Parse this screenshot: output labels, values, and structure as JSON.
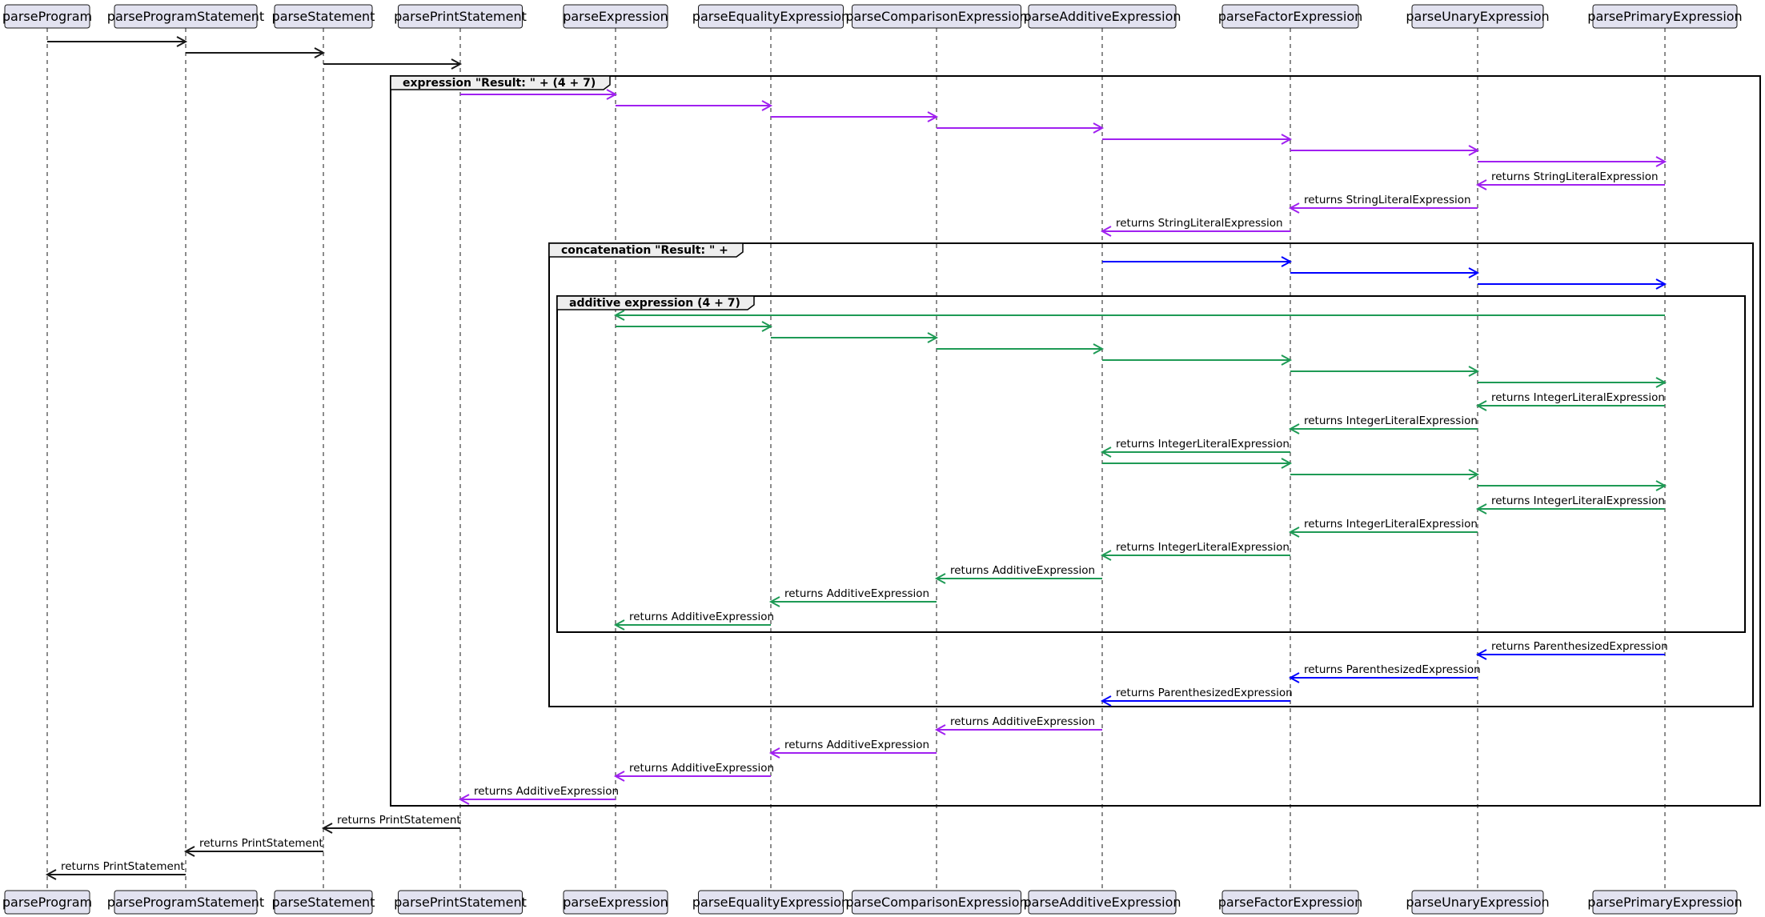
{
  "participants": [
    {
      "id": "parseProgram",
      "label": "parseProgram"
    },
    {
      "id": "parseProgramStatement",
      "label": "parseProgramStatement"
    },
    {
      "id": "parseStatement",
      "label": "parseStatement"
    },
    {
      "id": "parsePrintStatement",
      "label": "parsePrintStatement"
    },
    {
      "id": "parseExpression",
      "label": "parseExpression"
    },
    {
      "id": "parseEqualityExpression",
      "label": "parseEqualityExpression"
    },
    {
      "id": "parseComparisonExpression",
      "label": "parseComparisonExpression"
    },
    {
      "id": "parseAdditiveExpression",
      "label": "parseAdditiveExpression"
    },
    {
      "id": "parseFactorExpression",
      "label": "parseFactorExpression"
    },
    {
      "id": "parseUnaryExpression",
      "label": "parseUnaryExpression"
    },
    {
      "id": "parsePrimaryExpression",
      "label": "parsePrimaryExpression"
    }
  ],
  "colors": {
    "black": "#181818",
    "purple": "#A020F0",
    "blue": "#0000FF",
    "green": "#1E9A55",
    "participant_fill": "#E2E2F0"
  },
  "frames": [
    {
      "id": "expression",
      "label": "expression \"Result: \" + (4 + 7)"
    },
    {
      "id": "concatenation",
      "label": "concatenation \"Result: \" +"
    },
    {
      "id": "additive",
      "label": "additive expression (4 + 7)"
    }
  ],
  "messages": [
    {
      "from": "parseProgram",
      "to": "parseProgramStatement",
      "color": "black",
      "label": ""
    },
    {
      "from": "parseProgramStatement",
      "to": "parseStatement",
      "color": "black",
      "label": ""
    },
    {
      "from": "parseStatement",
      "to": "parsePrintStatement",
      "color": "black",
      "label": ""
    },
    {
      "from": "parsePrintStatement",
      "to": "parseExpression",
      "color": "purple",
      "label": ""
    },
    {
      "from": "parseExpression",
      "to": "parseEqualityExpression",
      "color": "purple",
      "label": ""
    },
    {
      "from": "parseEqualityExpression",
      "to": "parseComparisonExpression",
      "color": "purple",
      "label": ""
    },
    {
      "from": "parseComparisonExpression",
      "to": "parseAdditiveExpression",
      "color": "purple",
      "label": ""
    },
    {
      "from": "parseAdditiveExpression",
      "to": "parseFactorExpression",
      "color": "purple",
      "label": ""
    },
    {
      "from": "parseFactorExpression",
      "to": "parseUnaryExpression",
      "color": "purple",
      "label": ""
    },
    {
      "from": "parseUnaryExpression",
      "to": "parsePrimaryExpression",
      "color": "purple",
      "label": ""
    },
    {
      "from": "parsePrimaryExpression",
      "to": "parseUnaryExpression",
      "color": "purple",
      "label": "returns StringLiteralExpression"
    },
    {
      "from": "parseUnaryExpression",
      "to": "parseFactorExpression",
      "color": "purple",
      "label": "returns StringLiteralExpression"
    },
    {
      "from": "parseFactorExpression",
      "to": "parseAdditiveExpression",
      "color": "purple",
      "label": "returns StringLiteralExpression"
    },
    {
      "from": "parseAdditiveExpression",
      "to": "parseFactorExpression",
      "color": "blue",
      "label": ""
    },
    {
      "from": "parseFactorExpression",
      "to": "parseUnaryExpression",
      "color": "blue",
      "label": ""
    },
    {
      "from": "parseUnaryExpression",
      "to": "parsePrimaryExpression",
      "color": "blue",
      "label": ""
    },
    {
      "from": "parsePrimaryExpression",
      "to": "parseExpression",
      "color": "green",
      "label": ""
    },
    {
      "from": "parseExpression",
      "to": "parseEqualityExpression",
      "color": "green",
      "label": ""
    },
    {
      "from": "parseEqualityExpression",
      "to": "parseComparisonExpression",
      "color": "green",
      "label": ""
    },
    {
      "from": "parseComparisonExpression",
      "to": "parseAdditiveExpression",
      "color": "green",
      "label": ""
    },
    {
      "from": "parseAdditiveExpression",
      "to": "parseFactorExpression",
      "color": "green",
      "label": ""
    },
    {
      "from": "parseFactorExpression",
      "to": "parseUnaryExpression",
      "color": "green",
      "label": ""
    },
    {
      "from": "parseUnaryExpression",
      "to": "parsePrimaryExpression",
      "color": "green",
      "label": ""
    },
    {
      "from": "parsePrimaryExpression",
      "to": "parseUnaryExpression",
      "color": "green",
      "label": "returns IntegerLiteralExpression"
    },
    {
      "from": "parseUnaryExpression",
      "to": "parseFactorExpression",
      "color": "green",
      "label": "returns IntegerLiteralExpression"
    },
    {
      "from": "parseFactorExpression",
      "to": "parseAdditiveExpression",
      "color": "green",
      "label": "returns IntegerLiteralExpression"
    },
    {
      "from": "parseAdditiveExpression",
      "to": "parseFactorExpression",
      "color": "green",
      "label": ""
    },
    {
      "from": "parseFactorExpression",
      "to": "parseUnaryExpression",
      "color": "green",
      "label": ""
    },
    {
      "from": "parseUnaryExpression",
      "to": "parsePrimaryExpression",
      "color": "green",
      "label": ""
    },
    {
      "from": "parsePrimaryExpression",
      "to": "parseUnaryExpression",
      "color": "green",
      "label": "returns IntegerLiteralExpression"
    },
    {
      "from": "parseUnaryExpression",
      "to": "parseFactorExpression",
      "color": "green",
      "label": "returns IntegerLiteralExpression"
    },
    {
      "from": "parseFactorExpression",
      "to": "parseAdditiveExpression",
      "color": "green",
      "label": "returns IntegerLiteralExpression"
    },
    {
      "from": "parseAdditiveExpression",
      "to": "parseComparisonExpression",
      "color": "green",
      "label": "returns AdditiveExpression"
    },
    {
      "from": "parseComparisonExpression",
      "to": "parseEqualityExpression",
      "color": "green",
      "label": "returns AdditiveExpression"
    },
    {
      "from": "parseEqualityExpression",
      "to": "parseExpression",
      "color": "green",
      "label": "returns AdditiveExpression"
    },
    {
      "from": "parsePrimaryExpression",
      "to": "parseUnaryExpression",
      "color": "blue",
      "label": "returns ParenthesizedExpression"
    },
    {
      "from": "parseUnaryExpression",
      "to": "parseFactorExpression",
      "color": "blue",
      "label": "returns ParenthesizedExpression"
    },
    {
      "from": "parseFactorExpression",
      "to": "parseAdditiveExpression",
      "color": "blue",
      "label": "returns ParenthesizedExpression"
    },
    {
      "from": "parseAdditiveExpression",
      "to": "parseComparisonExpression",
      "color": "purple",
      "label": "returns AdditiveExpression"
    },
    {
      "from": "parseComparisonExpression",
      "to": "parseEqualityExpression",
      "color": "purple",
      "label": "returns AdditiveExpression"
    },
    {
      "from": "parseEqualityExpression",
      "to": "parseExpression",
      "color": "purple",
      "label": "returns AdditiveExpression"
    },
    {
      "from": "parseExpression",
      "to": "parsePrintStatement",
      "color": "purple",
      "label": "returns AdditiveExpression"
    },
    {
      "from": "parsePrintStatement",
      "to": "parseStatement",
      "color": "black",
      "label": "returns PrintStatement"
    },
    {
      "from": "parseStatement",
      "to": "parseProgramStatement",
      "color": "black",
      "label": "returns PrintStatement"
    },
    {
      "from": "parseProgramStatement",
      "to": "parseProgram",
      "color": "black",
      "label": "returns PrintStatement"
    }
  ]
}
